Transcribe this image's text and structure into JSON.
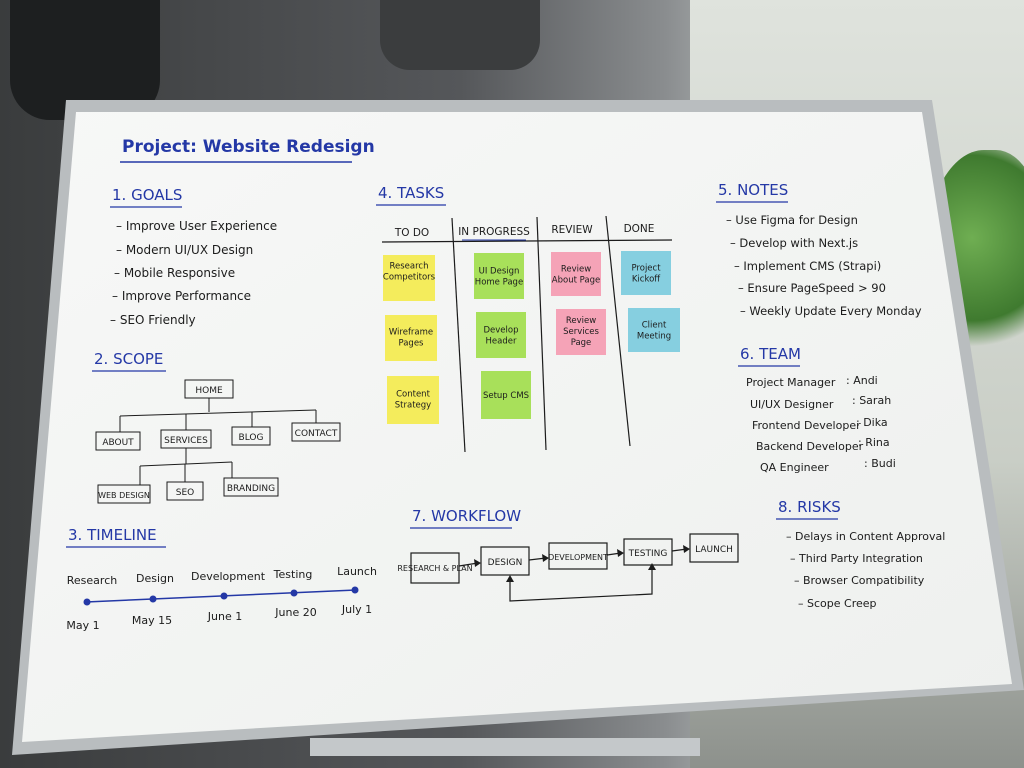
{
  "title": "Project: Website Redesign",
  "goals": {
    "heading": "1. GOALS",
    "items": [
      "Improve User Experience",
      "Modern UI/UX Design",
      "Mobile Responsive",
      "Improve Performance",
      "SEO Friendly"
    ]
  },
  "scope": {
    "heading": "2. SCOPE",
    "home": "HOME",
    "level1": [
      "ABOUT",
      "SERVICES",
      "BLOG",
      "CONTACT"
    ],
    "level2": [
      "WEB DESIGN",
      "SEO",
      "BRANDING"
    ]
  },
  "timeline": {
    "heading": "3. TIMELINE",
    "milestones": [
      {
        "label": "Research",
        "date": "May 1"
      },
      {
        "label": "Design",
        "date": "May 15"
      },
      {
        "label": "Development",
        "date": "June 1"
      },
      {
        "label": "Testing",
        "date": "June 20"
      },
      {
        "label": "Launch",
        "date": "July 1"
      }
    ]
  },
  "tasks": {
    "heading": "4. TASKS",
    "columns": [
      "TO DO",
      "IN PROGRESS",
      "REVIEW",
      "DONE"
    ],
    "todo": [
      "Research Competitors",
      "Wireframe Pages",
      "Content Strategy"
    ],
    "in_progress": [
      "UI Design Home Page",
      "Develop Header",
      "Setup CMS"
    ],
    "review": [
      "Review About Page",
      "Review Services Page"
    ],
    "done": [
      "Project Kickoff",
      "Client Meeting"
    ]
  },
  "notes": {
    "heading": "5. NOTES",
    "items": [
      "Use Figma for Design",
      "Develop with Next.js",
      "Implement CMS (Strapi)",
      "Ensure PageSpeed > 90",
      "Weekly Update Every Monday"
    ]
  },
  "team": {
    "heading": "6. TEAM",
    "members": [
      {
        "role": "Project Manager",
        "name": "Andi"
      },
      {
        "role": "UI/UX Designer",
        "name": "Sarah"
      },
      {
        "role": "Frontend Developer",
        "name": "Dika"
      },
      {
        "role": "Backend Developer",
        "name": "Rina"
      },
      {
        "role": "QA Engineer",
        "name": "Budi"
      }
    ]
  },
  "workflow": {
    "heading": "7. WORKFLOW",
    "steps": [
      "RESEARCH & PLAN",
      "DESIGN",
      "DEVELOPMENT",
      "TESTING",
      "LAUNCH"
    ]
  },
  "risks": {
    "heading": "8. RISKS",
    "items": [
      "Delays in Content Approval",
      "Third Party Integration",
      "Browser Compatibility",
      "Scope Creep"
    ]
  },
  "colors": {
    "heading_blue": "#2438a6",
    "marker_black": "#1c1c1c",
    "note_yellow": "#f4ec5c",
    "note_green": "#a8e05a",
    "note_pink": "#f5a3b7",
    "note_blue": "#86cfe0"
  }
}
